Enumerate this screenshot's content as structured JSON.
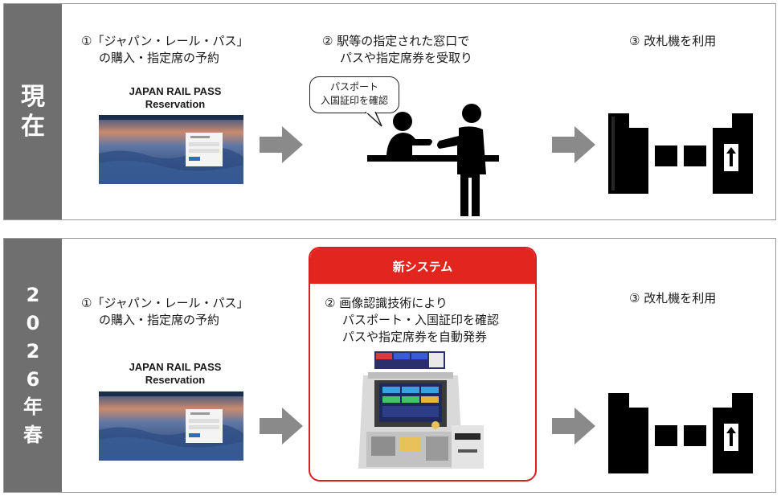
{
  "current": {
    "side_label": [
      "現",
      "在"
    ],
    "step1": {
      "line1": "①「ジャパン・レール・パス」",
      "line2": "の購入・指定席の予約"
    },
    "jrp_title": {
      "line1": "JAPAN RAIL PASS",
      "line2": "Reservation"
    },
    "step2": {
      "line1": "② 駅等の指定された窓口で",
      "line2": "パスや指定席券を受取り"
    },
    "bubble": {
      "line1": "パスポート",
      "line2": "入国証印を確認"
    },
    "step3": "③ 改札機を利用"
  },
  "future": {
    "side_label": [
      "2",
      "0",
      "2",
      "6",
      "年",
      "春"
    ],
    "step1": {
      "line1": "①「ジャパン・レール・パス」",
      "line2": "の購入・指定席の予約"
    },
    "jrp_title": {
      "line1": "JAPAN RAIL PASS",
      "line2": "Reservation"
    },
    "new_system": "新システム",
    "step2": {
      "line1": "② 画像認識技術により",
      "line2": "パスポート・入国証印を確認",
      "line3": "パスや指定席券を自動発券"
    },
    "step3": "③ 改札機を利用"
  },
  "colors": {
    "side_bg": "#6f6f6f",
    "accent_red": "#e0261e",
    "arrow_gray": "#8a8a8a"
  },
  "icons": [
    "website-screenshot-icon",
    "right-arrow-icon",
    "ticket-counter-people-icon",
    "speech-bubble-icon",
    "ticket-gate-icon",
    "ticket-machine-photo-icon"
  ]
}
